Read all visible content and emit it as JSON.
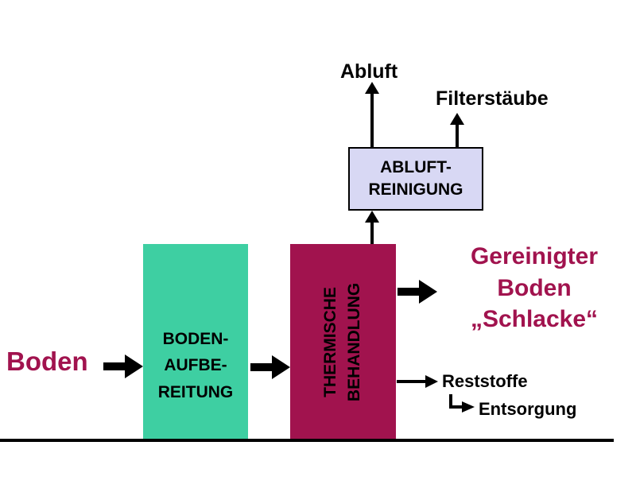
{
  "colors": {
    "box_green": "#3ECFA2",
    "box_crimson": "#A1134E",
    "box_lavender": "#D8D8F4",
    "crimson_text": "#A1134E"
  },
  "diagram": {
    "input_label": "Boden",
    "box_aufbereitung": {
      "lines": [
        "BODEN-",
        "AUFBE-",
        "REITUNG"
      ]
    },
    "box_thermisch": {
      "lines": [
        "THERMISCHE",
        "BEHANDLUNG"
      ]
    },
    "box_abluftreinigung": {
      "lines": [
        "ABLUFT-",
        "REINIGUNG"
      ]
    },
    "top_outputs": {
      "abluft": "Abluft",
      "filterstaeube": "Filterstäube"
    },
    "main_output": {
      "lines": [
        "Gereinigter",
        "Boden",
        "„Schlacke“"
      ]
    },
    "side_outputs": {
      "reststoffe": "Reststoffe",
      "entsorgung": "Entsorgung"
    }
  }
}
